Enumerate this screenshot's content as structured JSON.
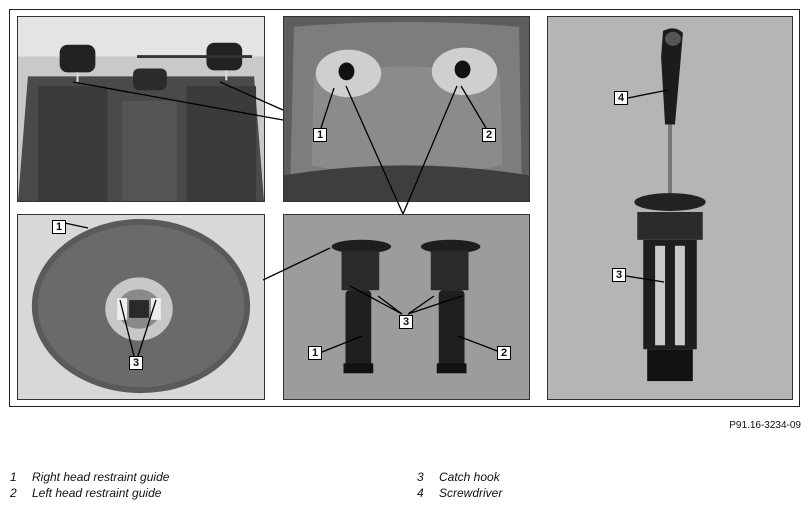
{
  "figure_reference": "P91.16-3234-09",
  "callouts": {
    "top_middle_1": "1",
    "top_middle_2": "2",
    "bottom_left_1": "1",
    "bottom_left_3": "3",
    "bottom_middle_3": "3",
    "bottom_middle_1": "1",
    "bottom_middle_2": "2",
    "right_4": "4",
    "right_3": "3"
  },
  "legend": [
    {
      "num": "1",
      "text": "Right head restraint guide"
    },
    {
      "num": "2",
      "text": "Left head restraint guide"
    },
    {
      "num": "3",
      "text": "Catch hook"
    },
    {
      "num": "4",
      "text": "Screwdriver"
    }
  ]
}
